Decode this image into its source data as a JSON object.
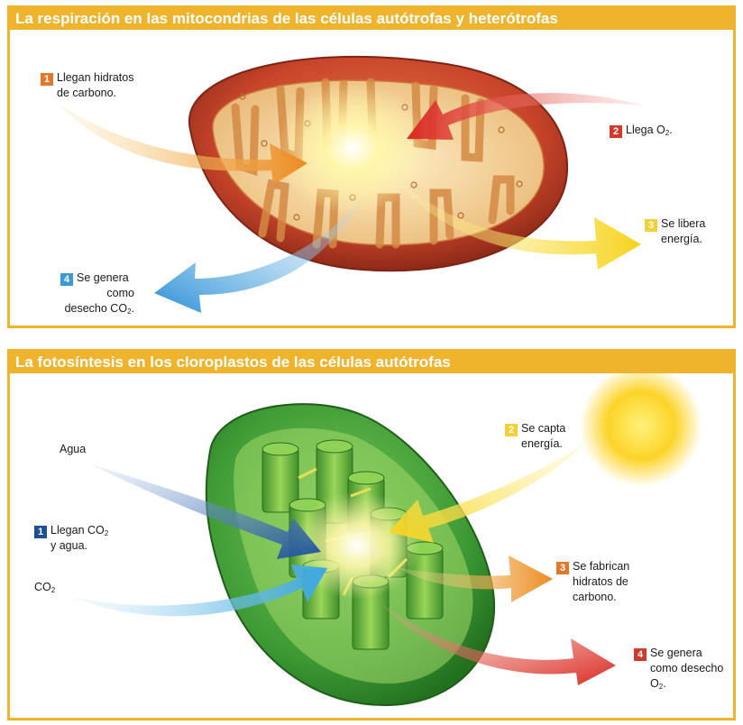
{
  "respiration": {
    "title": "La respiración en las mitocondrias de las células autótrofas y heterótrofas",
    "steps": [
      {
        "num": "1",
        "line1": "Llegan hidratos",
        "line2": "de carbono.",
        "color": "#e2782a"
      },
      {
        "num": "2",
        "line1": "Llega O",
        "line1_sub": "2",
        "line1_after": ".",
        "color": "#d2382b"
      },
      {
        "num": "3",
        "line1": "Se libera",
        "line2": "energía.",
        "color": "#f3cf3a"
      },
      {
        "num": "4",
        "line1": "Se genera",
        "line2": "como",
        "line3": "desecho CO",
        "line3_sub": "2",
        "line3_after": ".",
        "color": "#3c9ad6"
      }
    ]
  },
  "photosynthesis": {
    "title": "La fotosíntesis en los cloroplastos de las células autótrofas",
    "inputs": {
      "agua": "Agua",
      "co2": "CO",
      "co2_sub": "2"
    },
    "steps": [
      {
        "num": "1",
        "line1": "Llegan CO",
        "line1_sub": "2",
        "line2": "y agua.",
        "color": "#1d4f94"
      },
      {
        "num": "2",
        "line1": "Se capta",
        "line2": "energía.",
        "color": "#f3cf3a"
      },
      {
        "num": "3",
        "line1": "Se fabrican",
        "line2": "hidratos de",
        "line3": "carbono.",
        "color": "#e2782a"
      },
      {
        "num": "4",
        "line1": "Se genera",
        "line2": "como desecho",
        "line3": "O",
        "line3_sub": "2",
        "line3_after": ".",
        "color": "#d2382b"
      }
    ]
  },
  "colors": {
    "frame": "#f0b42c",
    "mito_outer": "#c8442a",
    "mito_inner": "#f4d8a0",
    "chloro": "#4aa63a",
    "glow": "#fff6a8"
  }
}
